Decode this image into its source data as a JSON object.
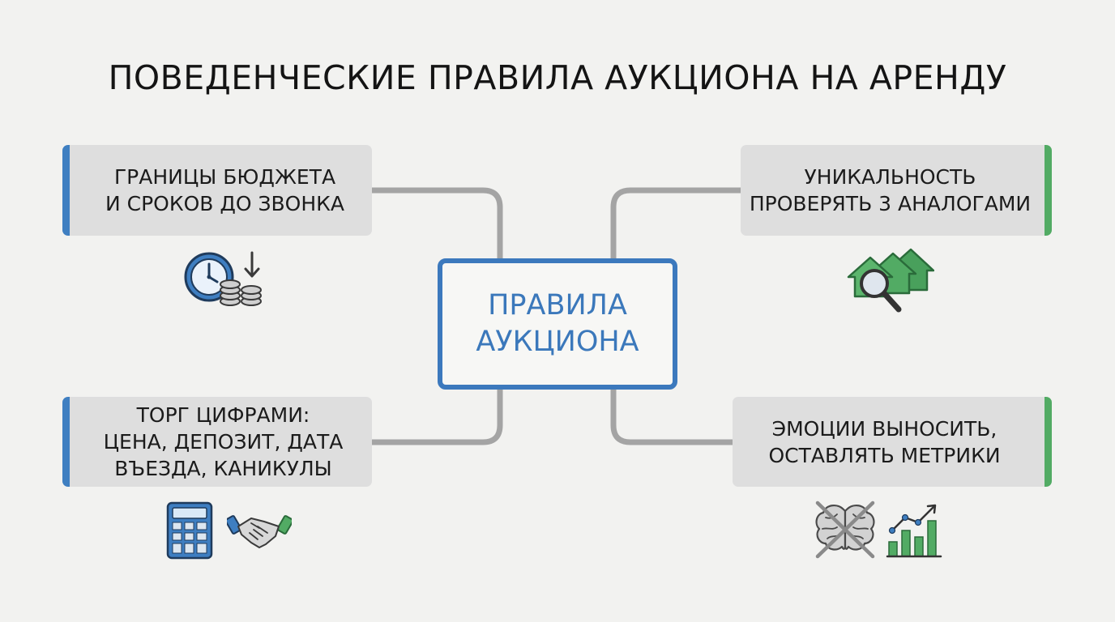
{
  "title": "ПОВЕДЕНЧЕСКИЕ ПРАВИЛА АУКЦИОНА НА АРЕНДУ",
  "center": {
    "label": "ПРАВИЛА\nАУКЦИОНА"
  },
  "colors": {
    "accent_blue": "#3c79bd",
    "accent_green": "#52ab64",
    "connector_gray": "#a4a4a4",
    "card_bg": "#dedede",
    "background": "#f2f2f0"
  },
  "rules": [
    {
      "id": "budget",
      "text": "ГРАНИЦЫ БЮДЖЕТА\nИ СРОКОВ ДО ЗВОНКА",
      "accent": "blue",
      "icons": [
        "clock-icon",
        "coin-stack-icon",
        "down-arrow-icon"
      ]
    },
    {
      "id": "unique",
      "text": "УНИКАЛЬНОСТЬ\nПРОВЕРЯТЬ 3 АНАЛОГАМИ",
      "accent": "green",
      "icons": [
        "houses-icon",
        "magnifier-icon"
      ]
    },
    {
      "id": "haggle",
      "text": "ТОРГ ЦИФРАМИ:\nЦЕНА, ДЕПОЗИТ, ДАТА\nВЪЕЗДА, КАНИКУЛЫ",
      "accent": "blue",
      "icons": [
        "calculator-icon",
        "handshake-icon"
      ]
    },
    {
      "id": "emotion",
      "text": "ЭМОЦИИ ВЫНОСИТЬ,\nОСТАВЛЯТЬ МЕТРИКИ",
      "accent": "green",
      "icons": [
        "crossed-brain-icon",
        "growth-chart-icon"
      ]
    }
  ]
}
